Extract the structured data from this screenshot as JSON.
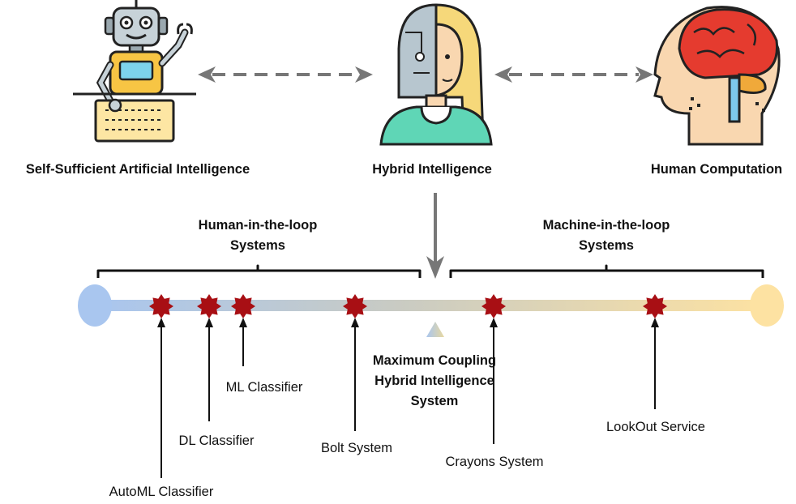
{
  "categories": {
    "ai": "Self-Sufficient Artificial Intelligence",
    "hybrid": "Hybrid Intelligence",
    "human": "Human Computation"
  },
  "ranges": {
    "hitl_line1": "Human-in-the-loop",
    "hitl_line2": "Systems",
    "mitl_line1": "Machine-in-the-loop",
    "mitl_line2": "Systems"
  },
  "center_label": {
    "line1": "Maximum Coupling",
    "line2": "Hybrid Intelligence",
    "line3": "System"
  },
  "systems": [
    {
      "label": "AutoML Classifier"
    },
    {
      "label": "DL Classifier"
    },
    {
      "label": "ML Classifier"
    },
    {
      "label": "Bolt System"
    },
    {
      "label": "Crayons System"
    },
    {
      "label": "LookOut Service"
    }
  ],
  "colors": {
    "left_end": "#a9c6ef",
    "right_end": "#fde2a2",
    "marker": "#a80f14",
    "arrow_gray": "#777777"
  },
  "icons": {
    "ai": "robot-at-keyboard-icon",
    "hybrid": "half-robot-half-human-icon",
    "human": "human-head-brain-icon"
  }
}
